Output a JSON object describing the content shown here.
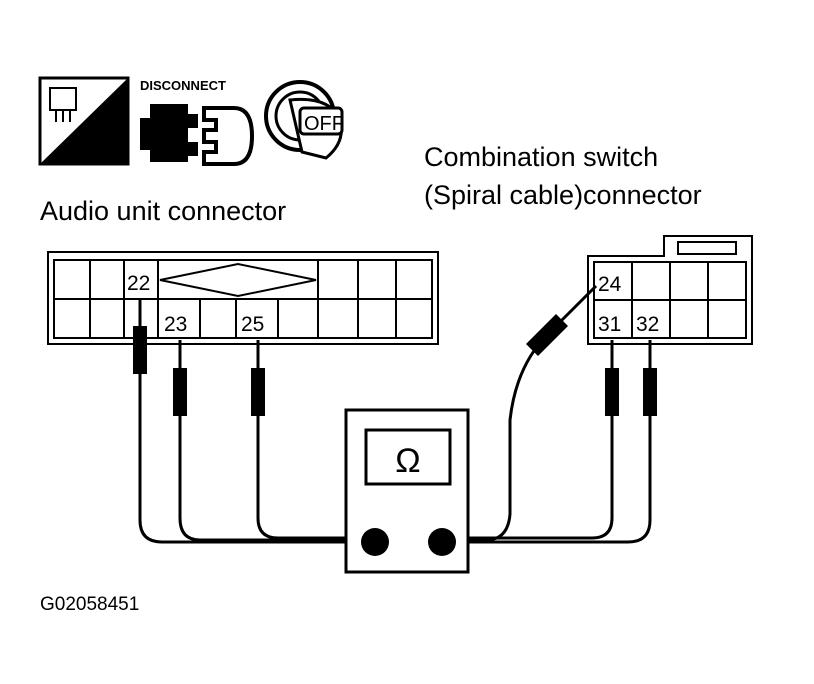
{
  "icons": {
    "harness_side_label": "H.S.",
    "disconnect_label": "DISCONNECT",
    "ignition_label": "OFF"
  },
  "audio_connector": {
    "title": "Audio unit connector",
    "pins": {
      "p22": "22",
      "p23": "23",
      "p25": "25"
    }
  },
  "combination_connector": {
    "title_line1": "Combination switch",
    "title_line2": "(Spiral cable)connector",
    "pins": {
      "p24": "24",
      "p31": "31",
      "p32": "32"
    }
  },
  "meter": {
    "symbol": "Ω"
  },
  "figure_id": "G02058451"
}
